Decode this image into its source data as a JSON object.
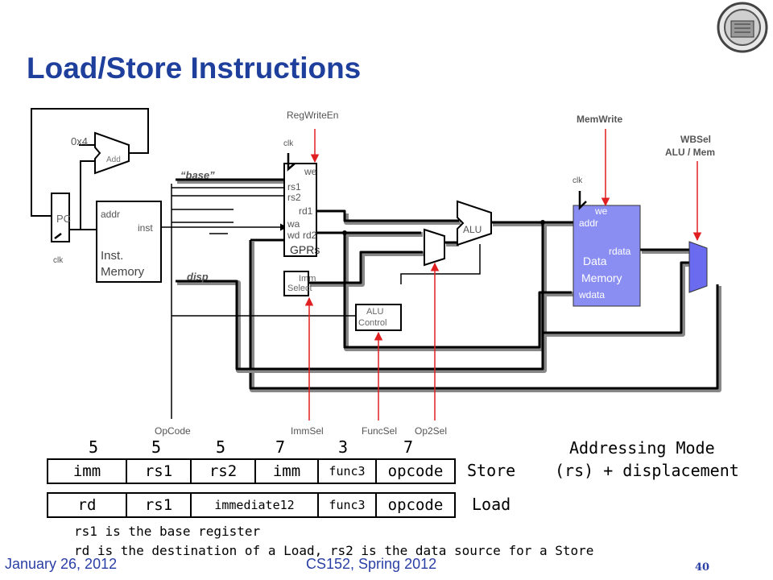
{
  "title": "Load/Store Instructions",
  "diagram": {
    "pc": "PC",
    "const4": "0x4",
    "add": "Add",
    "clk": "clk",
    "inst_mem": {
      "addr": "addr",
      "inst": "inst",
      "name1": "Inst.",
      "name2": "Memory"
    },
    "base_label": "“base”",
    "disp_label": "disp",
    "gprs": {
      "we": "we",
      "rs1": "rs1",
      "rs2": "rs2",
      "rd1": "rd1",
      "wa": "wa",
      "wd": "wd",
      "rd2": "rd2",
      "name": "GPRs"
    },
    "regwriteen": "RegWriteEn",
    "imm_select": {
      "line1": "Imm",
      "line2": "Select"
    },
    "alu": "ALU",
    "alu_control": {
      "line1": "ALU",
      "line2": "Control"
    },
    "memwrite": "MemWrite",
    "wbsel": {
      "line1": "WBSel",
      "line2": "ALU / Mem"
    },
    "data_mem": {
      "we": "we",
      "addr": "addr",
      "rdata": "rdata",
      "name1": "Data",
      "name2": "Memory",
      "wdata": "wdata"
    },
    "control_labels": {
      "opcode": "OpCode",
      "immsel": "ImmSel",
      "funcsel": "FuncSel",
      "op2sel": "Op2Sel"
    }
  },
  "formats": {
    "widths": [
      "5",
      "5",
      "5",
      "7",
      "3",
      "7"
    ],
    "store_fields": [
      "imm",
      "rs1",
      "rs2",
      "imm",
      "func3",
      "opcode"
    ],
    "store_label": "Store",
    "load_fields": [
      "rd",
      "rs1",
      "immediate12",
      "func3",
      "opcode"
    ],
    "load_label": "Load",
    "addressing_title": "Addressing Mode",
    "addressing_value": "(rs) + displacement"
  },
  "notes": {
    "line1": "rs1 is the base register",
    "line2": "rd is the destination of a Load, rs2 is the data source for a Store"
  },
  "footer": {
    "date": "January 26, 2012",
    "course": "CS152, Spring 2012",
    "page": "40"
  },
  "colors": {
    "title": "#1f3f9c",
    "data_memory_fill": "#8a8ef2",
    "mux_fill": "#6b6bf0",
    "control_wire": "#e02020",
    "footer": "#2a3fa6"
  }
}
